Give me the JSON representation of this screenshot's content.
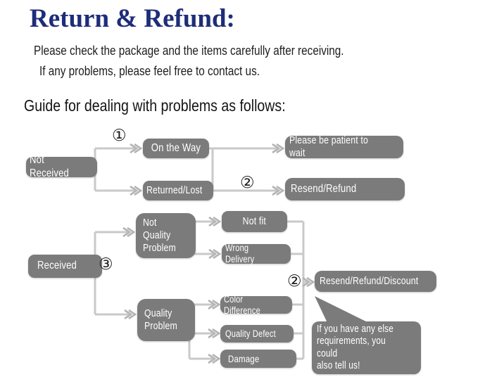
{
  "header": {
    "title": "Return & Refund:",
    "intro_line1": "Please check the package and the items carefully after receiving.",
    "intro_line2": "If any problems, please feel free to contact us.",
    "guide_heading": "Guide for dealing with problems as follows:"
  },
  "flowchart": {
    "nodes": {
      "not_received": "Not Received",
      "on_the_way": "On the Way",
      "returned_lost": "Returned/Lost",
      "patient_wait": "Please be patient to wait",
      "resend_refund": "Resend/Refund",
      "not_quality_problem": "Not\nQuality\nProblem",
      "received": "Received",
      "not_fit": "Not fit",
      "wrong_delivery": "Wrong Delivery",
      "quality_problem": "Quality\nProblem",
      "color_difference": "Color Difference",
      "quality_defect": "Quality Defect",
      "damage": "Damage",
      "resend_refund_discount": "Resend/Refund/Discount",
      "bubble_note": "If you have any else\nrequirements, you could\nalso tell us!"
    },
    "step_badges": {
      "one": "①",
      "two": "②",
      "three": "③"
    },
    "colors": {
      "box_gray": "#7b7b7b",
      "line_gray": "#c9c9c9",
      "title_navy": "#1e2d78",
      "box_text": "#ffffff"
    }
  }
}
